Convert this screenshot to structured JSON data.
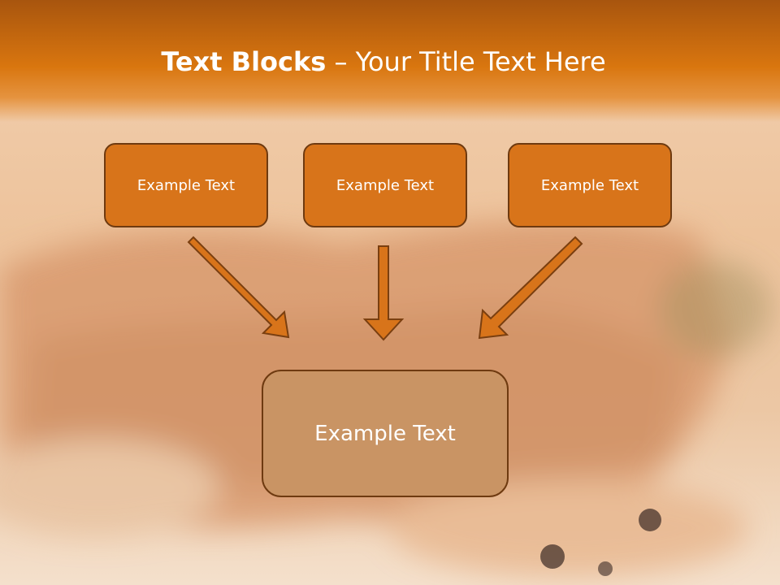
{
  "slide": {
    "title_bold": "Text Blocks",
    "title_dash": " – ",
    "title_rest": "Your Title Text Here",
    "blocks": [
      {
        "label": "Example Text"
      },
      {
        "label": "Example Text"
      },
      {
        "label": "Example Text"
      }
    ],
    "target": {
      "label": "Example Text"
    }
  },
  "colors": {
    "header": "#d9760f",
    "block_fill": "#d8741a",
    "target_fill": "#c99464",
    "outline": "#6e3a10"
  }
}
